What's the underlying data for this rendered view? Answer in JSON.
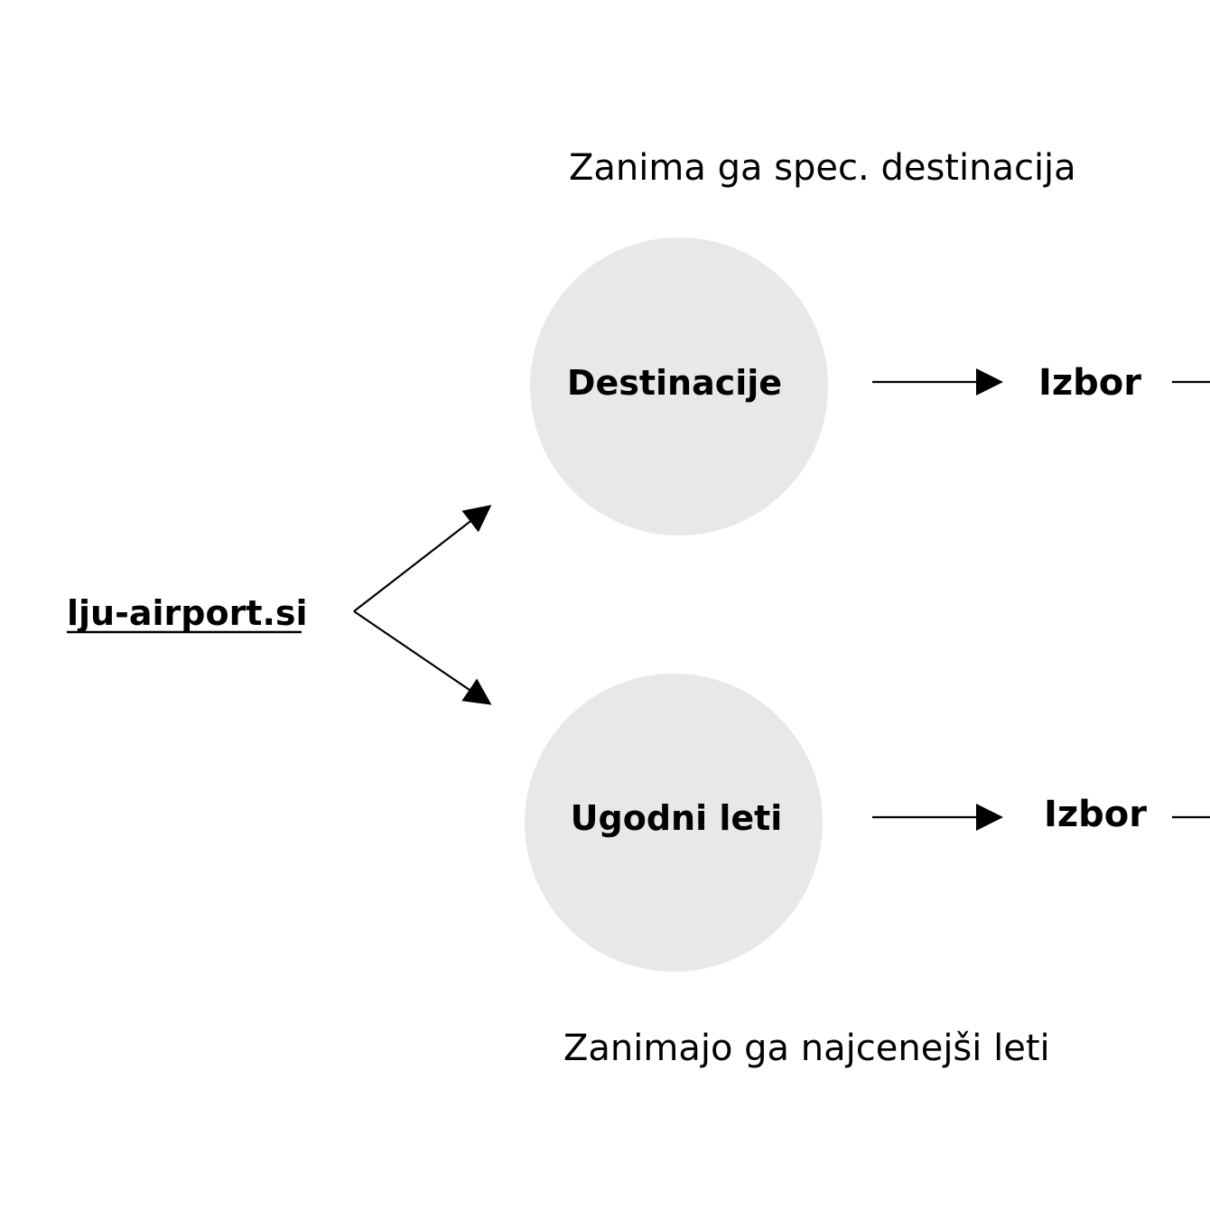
{
  "colors": {
    "background": "#ffffff",
    "node_fill": "#e9e7e8",
    "stroke": "#000000",
    "text": "#000000"
  },
  "source": {
    "label": "lju-airport.si",
    "style": "bold-underlined"
  },
  "top_path": {
    "caption": "Zanima ga spec. destinacija",
    "node_label": "Destinacije",
    "next_label": "Izbor"
  },
  "bottom_path": {
    "caption": "Zanimajo ga najcenejši leti",
    "node_label": "Ugodni leti",
    "next_label": "Izbor"
  }
}
